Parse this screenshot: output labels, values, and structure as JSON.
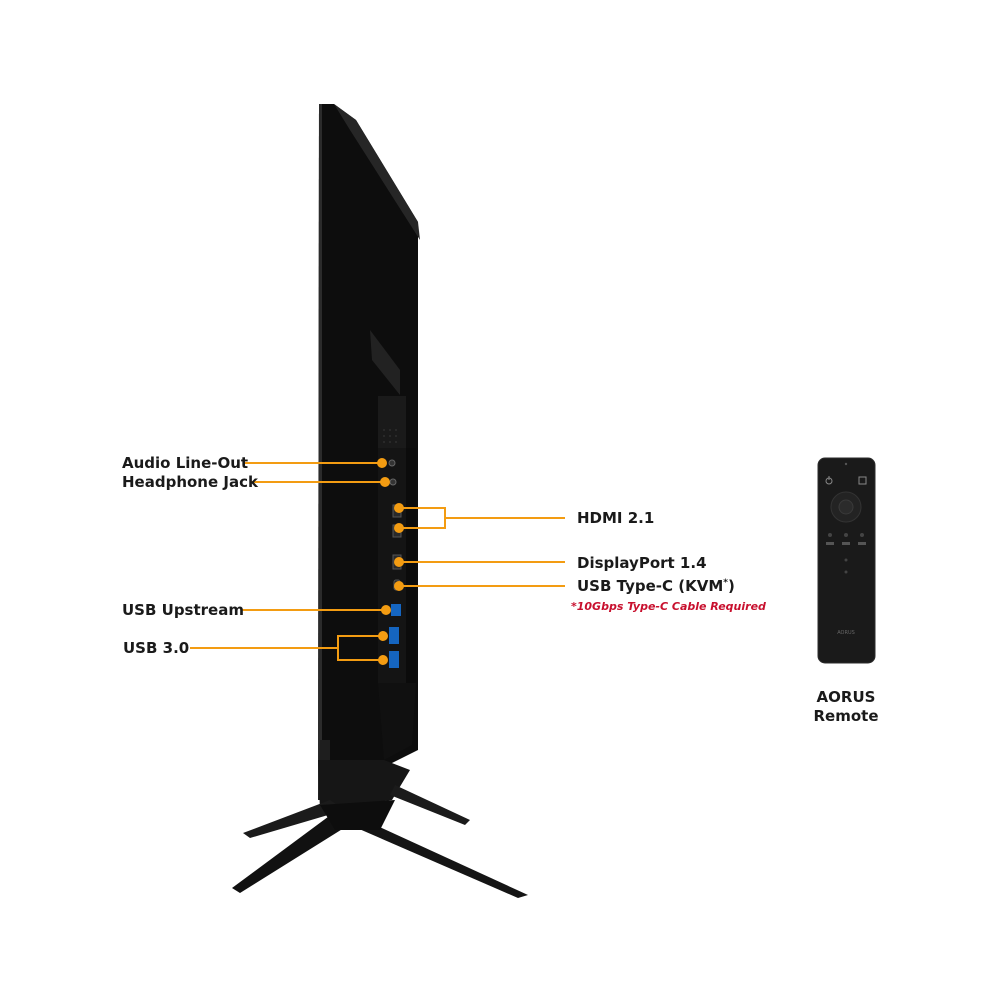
{
  "labels": {
    "audio_line_out": "Audio Line-Out",
    "headphone_jack": "Headphone Jack",
    "hdmi": "HDMI 2.1",
    "displayport": "DisplayPort 1.4",
    "usb_type_c": "USB Type-C (KVM",
    "usb_type_c_mark": "*",
    "usb_type_c_close": ")",
    "usb_type_c_note": "*10Gbps Type-C Cable Required",
    "usb_upstream": "USB Upstream",
    "usb_3": "USB 3.0",
    "remote_line1": "AORUS",
    "remote_line2": "Remote",
    "remote_logo": "AORUS"
  },
  "colors": {
    "callout": "#f39c12",
    "note": "#c8102e",
    "monitor": "#111111",
    "port_blue": "#1565c0"
  }
}
